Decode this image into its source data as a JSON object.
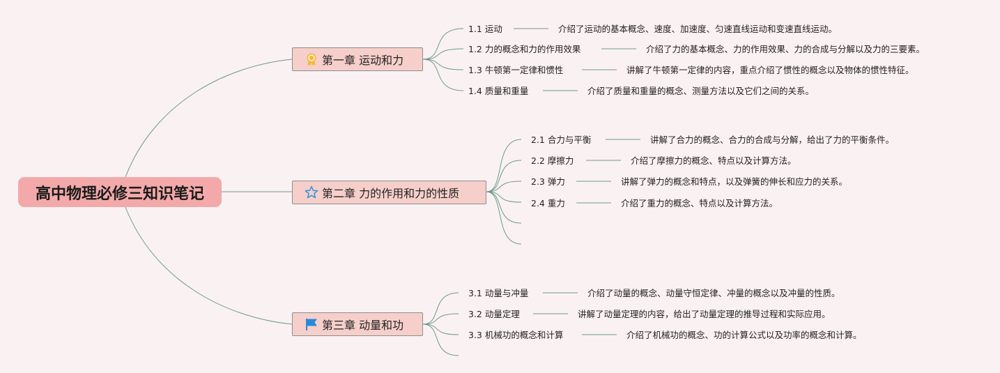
{
  "root": {
    "title": "高中物理必修三知识笔记"
  },
  "chapters": [
    {
      "title": "第一章 运动和力",
      "icon": "award-ribbon-icon",
      "sections": [
        {
          "title": "1.1 运动",
          "desc": "介绍了运动的基本概念、速度、加速度、匀速直线运动和变速直线运动。"
        },
        {
          "title": "1.2 力的概念和力的作用效果",
          "desc": "介绍了力的基本概念、力的作用效果、力的合成与分解以及力的三要素。"
        },
        {
          "title": "1.3 牛顿第一定律和惯性",
          "desc": "讲解了牛顿第一定律的内容，重点介绍了惯性的概念以及物体的惯性特征。"
        },
        {
          "title": "1.4 质量和重量",
          "desc": "介绍了质量和重量的概念、测量方法以及它们之间的关系。"
        }
      ]
    },
    {
      "title": "第二章 力的作用和力的性质",
      "icon": "star-icon",
      "sections": [
        {
          "title": "2.1 合力与平衡",
          "desc": "讲解了合力的概念、合力的合成与分解，给出了力的平衡条件。"
        },
        {
          "title": "2.2 摩擦力",
          "desc": "介绍了摩擦力的概念、特点以及计算方法。"
        },
        {
          "title": "2.3 弹力",
          "desc": "讲解了弹力的概念和特点，以及弹簧的伸长和应力的关系。"
        },
        {
          "title": "2.4 重力",
          "desc": "介绍了重力的概念、特点以及计算方法。"
        }
      ]
    },
    {
      "title": "第三章 动量和功",
      "icon": "flag-icon",
      "sections": [
        {
          "title": "3.1 动量与冲量",
          "desc": "介绍了动量的概念、动量守恒定律、冲量的概念以及冲量的性质。"
        },
        {
          "title": "3.2 动量定理",
          "desc": "讲解了动量定理的内容，给出了动量定理的推导过程和实际应用。"
        },
        {
          "title": "3.3 机械功的概念和计算",
          "desc": "介绍了机械功的概念、功的计算公式以及功率的概念和计算。"
        }
      ]
    }
  ],
  "colors": {
    "background": "#faf1f3",
    "connector": "#6f9a8a",
    "root_fill": "#f3a9a9",
    "chapter_fill": "#f6cfcb",
    "chapter_border": "#8a8f8c",
    "award_icon": "#f2b93b",
    "star_icon": "#3d97d6",
    "flag_icon": "#2a8ad8"
  }
}
